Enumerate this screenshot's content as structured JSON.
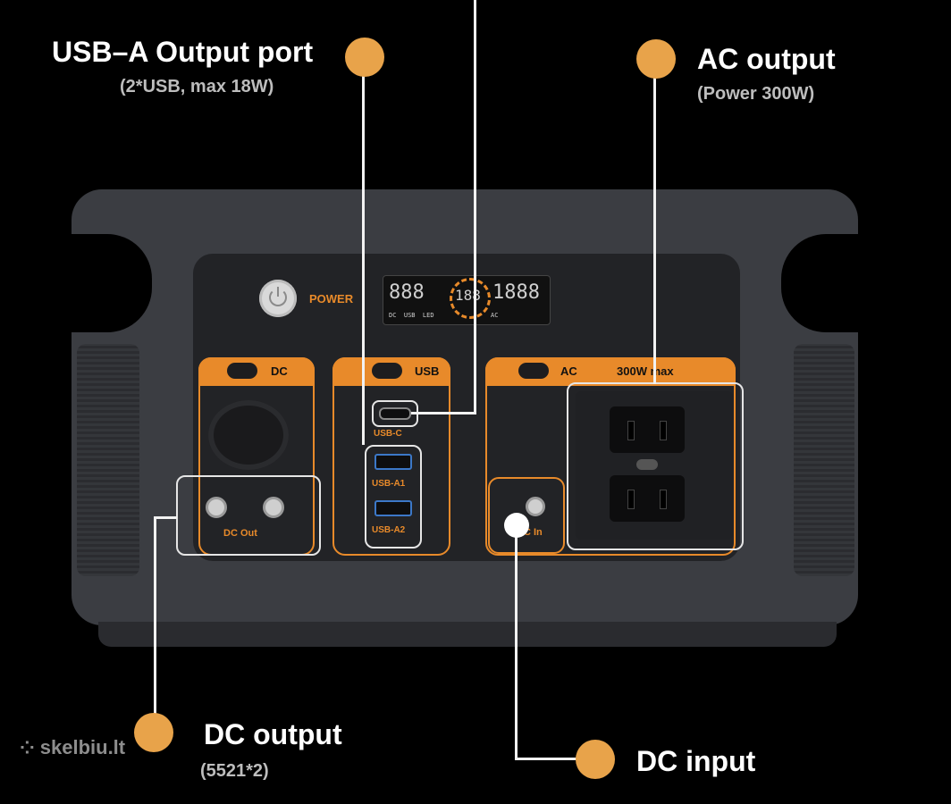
{
  "callouts": {
    "usba": {
      "title": "USB–A Output port",
      "sub": "(2*USB, max 18W)"
    },
    "ac": {
      "title": "AC output",
      "sub": "(Power 300W)"
    },
    "dcout": {
      "title": "DC output",
      "sub": "(5521*2)"
    },
    "dcin": {
      "title": "DC input"
    }
  },
  "panel": {
    "power_label": "POWER",
    "dc_label": "DC",
    "usb_label": "USB",
    "ac_label": "AC",
    "ac_max": "300W max",
    "usbc_label": "USB-C",
    "usba1_label": "USB-A1",
    "usba2_label": "USB-A2",
    "dcout_label": "DC Out",
    "dcin_label": "DC In"
  },
  "lcd": {
    "left_digits": "888",
    "center_digits": "188",
    "right_digits": "1888",
    "labels_left": "DC  USB  LED",
    "labels_right": "AC  "
  },
  "watermark": "skelbiu.lt",
  "colors": {
    "accent": "#e88a2a",
    "dot": "#e8a34a",
    "body": "#3b3d42",
    "panel": "#222326"
  }
}
